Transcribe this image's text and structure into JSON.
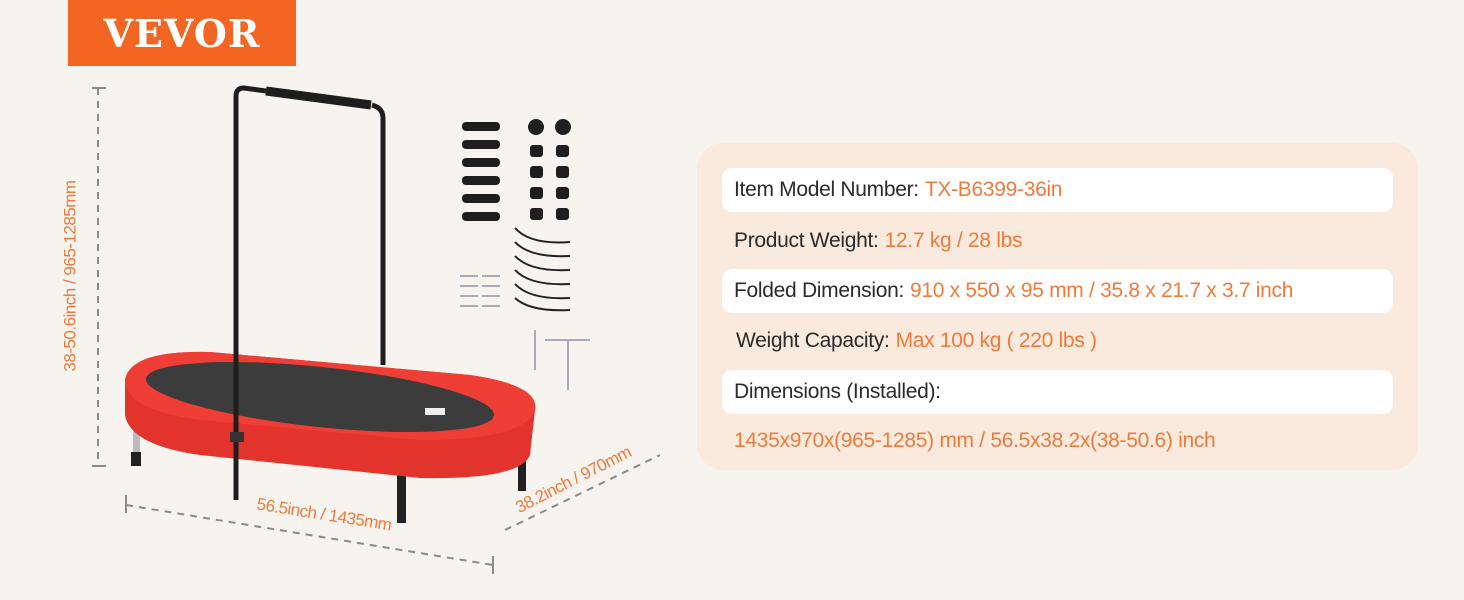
{
  "brand": {
    "logo_text": "VEVOR",
    "color": "#f26522"
  },
  "dimensions_overlay": {
    "height": "38-50.6inch / 965-1285mm",
    "length": "56.5inch / 1435mm",
    "width": "38.2inch / 970mm"
  },
  "specs": [
    {
      "label": "Item Model Number:",
      "value": "TX-B6399-36in"
    },
    {
      "label": "Product Weight:",
      "value": "12.7 kg / 28 lbs"
    },
    {
      "label": "Folded Dimension:",
      "value": "910 x 550 x 95 mm /  35.8 x 21.7 x 3.7 inch"
    },
    {
      "label": "Weight Capacity:",
      "value": "Max 100 kg ( 220 lbs )"
    },
    {
      "label": "Dimensions (Installed):",
      "value": ""
    },
    {
      "label": "",
      "value": "1435x970x(965-1285) mm / 56.5x38.2x(38-50.6) inch"
    }
  ],
  "colors": {
    "accent": "#f07a3a",
    "panel": "#f9eadd",
    "trampoline_red": "#e8312c"
  }
}
